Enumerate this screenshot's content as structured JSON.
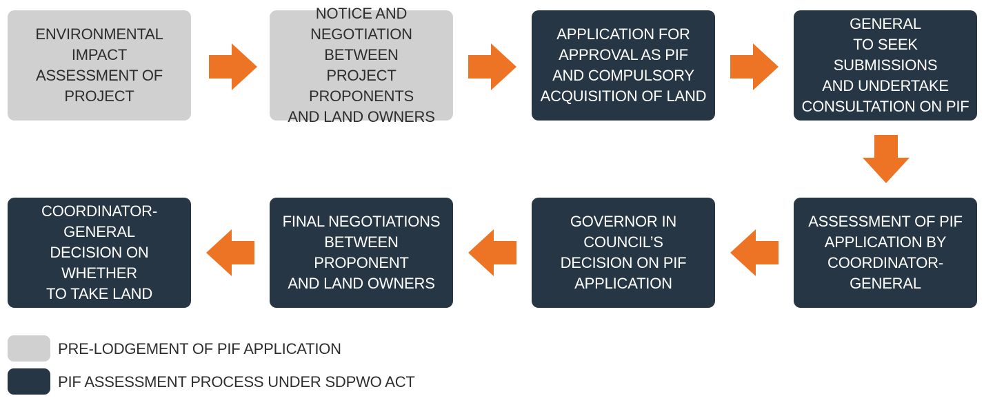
{
  "colors": {
    "pre_lodgement": "#d0d0d0",
    "assessment": "#263645",
    "arrow": "#ec7424"
  },
  "steps": [
    {
      "label": "ENVIRONMENTAL IMPACT\nASSESSMENT OF PROJECT",
      "stage": "pre_lodgement"
    },
    {
      "label": "NOTICE AND\nNEGOTIATION BETWEEN\nPROJECT PROPONENTS\nAND LAND OWNERS",
      "stage": "pre_lodgement"
    },
    {
      "label": "APPLICATION FOR\nAPPROVAL AS PIF\nAND COMPULSORY\nACQUISITION OF LAND",
      "stage": "assessment"
    },
    {
      "label": "COORDINATOR-GENERAL\nTO SEEK SUBMISSIONS\nAND UNDERTAKE\nCONSULTATION ON PIF\nAPPLICATION",
      "stage": "assessment"
    },
    {
      "label": "ASSESSMENT OF PIF\nAPPLICATION BY\nCOORDINATOR-GENERAL",
      "stage": "assessment"
    },
    {
      "label": "GOVERNOR IN COUNCIL’S\nDECISION ON PIF\nAPPLICATION",
      "stage": "assessment"
    },
    {
      "label": "FINAL NEGOTIATIONS\nBETWEEN PROPONENT\nAND LAND OWNERS",
      "stage": "assessment"
    },
    {
      "label": "COORDINATOR-GENERAL\nDECISION ON WHETHER\nTO TAKE LAND",
      "stage": "assessment"
    }
  ],
  "legend": [
    {
      "label": "PRE-LODGEMENT OF PIF APPLICATION",
      "stage": "pre_lodgement"
    },
    {
      "label": "PIF ASSESSMENT PROCESS UNDER SDPWO ACT",
      "stage": "assessment"
    }
  ]
}
